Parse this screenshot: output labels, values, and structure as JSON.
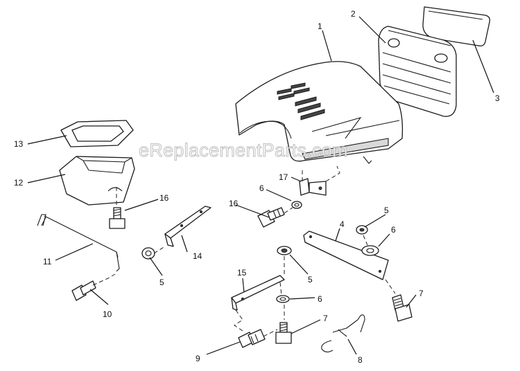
{
  "watermark": "eReplacementParts.com",
  "callouts": [
    {
      "id": "c1",
      "text": "1"
    },
    {
      "id": "c2",
      "text": "2"
    },
    {
      "id": "c3",
      "text": "3"
    },
    {
      "id": "c4",
      "text": "4"
    },
    {
      "id": "c5a",
      "text": "5"
    },
    {
      "id": "c5b",
      "text": "5"
    },
    {
      "id": "c5c",
      "text": "5"
    },
    {
      "id": "c6a",
      "text": "6"
    },
    {
      "id": "c6b",
      "text": "6"
    },
    {
      "id": "c6c",
      "text": "6"
    },
    {
      "id": "c7a",
      "text": "7"
    },
    {
      "id": "c7b",
      "text": "7"
    },
    {
      "id": "c8",
      "text": "8"
    },
    {
      "id": "c9",
      "text": "9"
    },
    {
      "id": "c10",
      "text": "10"
    },
    {
      "id": "c11",
      "text": "11"
    },
    {
      "id": "c12",
      "text": "12"
    },
    {
      "id": "c13",
      "text": "13"
    },
    {
      "id": "c14",
      "text": "14"
    },
    {
      "id": "c15",
      "text": "15"
    },
    {
      "id": "c16a",
      "text": "16"
    },
    {
      "id": "c16b",
      "text": "16"
    },
    {
      "id": "c17",
      "text": "17"
    }
  ]
}
